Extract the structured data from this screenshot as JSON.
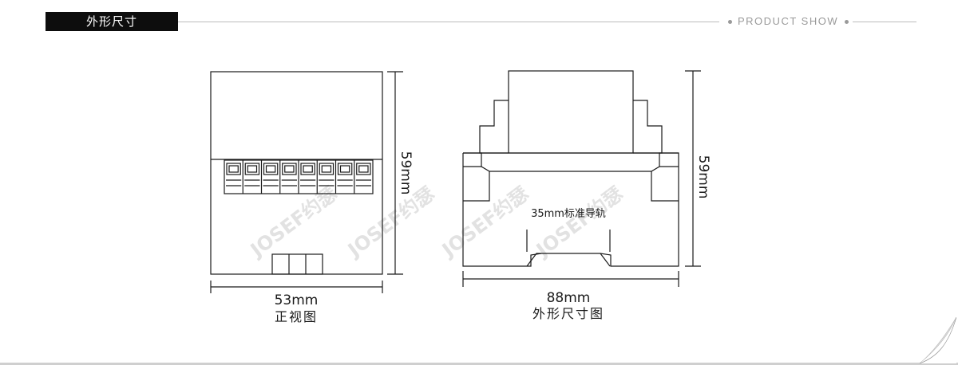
{
  "header": {
    "title": "外形尺寸",
    "subtitle": "PRODUCT SHOW"
  },
  "watermark": "JOSEF约瑟",
  "front_view": {
    "width_label": "53mm",
    "height_label": "59mm",
    "caption": "正视图"
  },
  "side_view": {
    "width_label": "88mm",
    "height_label": "59mm",
    "rail_label": "35mm标准导轨",
    "caption": "外形尺寸图"
  },
  "colors": {
    "header_bg": "#0d0d0d",
    "line": "#1a1a1a",
    "watermark": "#e6e6e6"
  }
}
